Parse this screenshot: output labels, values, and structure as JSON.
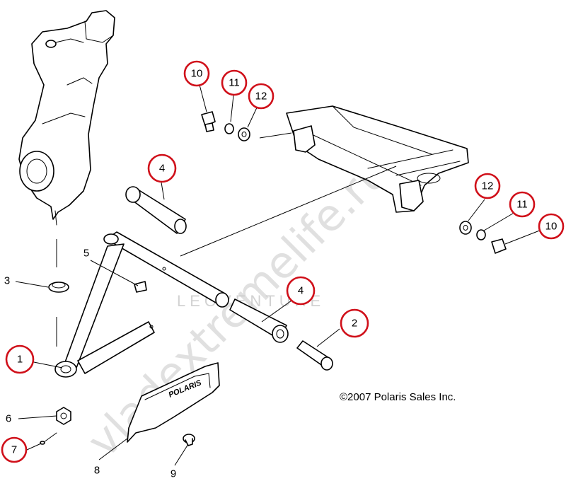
{
  "diagram": {
    "copyright": "©2007 Polaris Sales Inc.",
    "watermark_main": "vladextremelife.ru",
    "watermark_secondary": "LEOVENTURE",
    "guard_logo": "POLARIS",
    "accent_color": "#d0101a",
    "callouts": [
      {
        "id": "callout-1",
        "label": "1",
        "highlighted": true
      },
      {
        "id": "callout-2",
        "label": "2",
        "highlighted": true
      },
      {
        "id": "callout-3",
        "label": "3",
        "highlighted": false
      },
      {
        "id": "callout-4a",
        "label": "4",
        "highlighted": true
      },
      {
        "id": "callout-4b",
        "label": "4",
        "highlighted": true
      },
      {
        "id": "callout-5",
        "label": "5",
        "highlighted": false
      },
      {
        "id": "callout-6",
        "label": "6",
        "highlighted": false
      },
      {
        "id": "callout-7",
        "label": "7",
        "highlighted": true
      },
      {
        "id": "callout-8",
        "label": "8",
        "highlighted": false
      },
      {
        "id": "callout-9",
        "label": "9",
        "highlighted": false
      },
      {
        "id": "callout-10a",
        "label": "10",
        "highlighted": true
      },
      {
        "id": "callout-10b",
        "label": "10",
        "highlighted": true
      },
      {
        "id": "callout-11a",
        "label": "11",
        "highlighted": true
      },
      {
        "id": "callout-11b",
        "label": "11",
        "highlighted": true
      },
      {
        "id": "callout-12a",
        "label": "12",
        "highlighted": true
      },
      {
        "id": "callout-12b",
        "label": "12",
        "highlighted": true
      }
    ]
  }
}
